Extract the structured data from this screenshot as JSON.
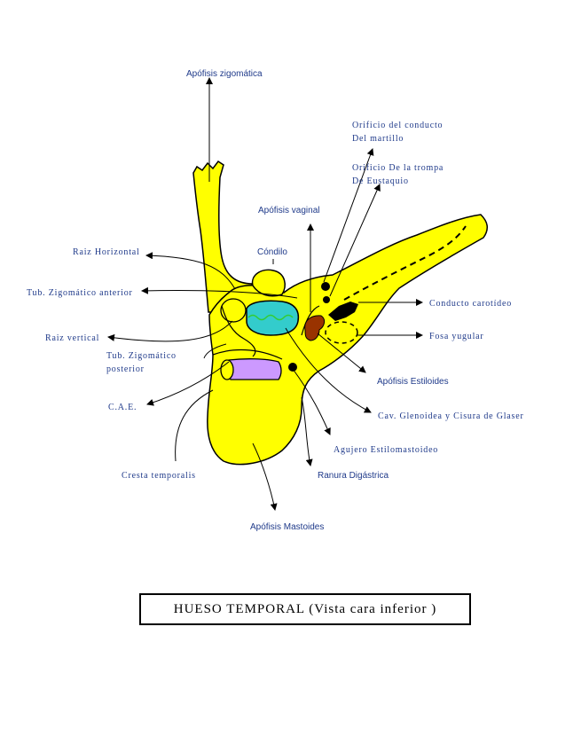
{
  "diagram": {
    "labels": {
      "apofisis_zigomatica": "Apófisis zigomática",
      "orificio_martillo_1": "Orificio del conducto",
      "orificio_martillo_2": "Del martillo",
      "orificio_trompa_1": "Orificio De la trompa",
      "orificio_trompa_2": "De Eustaquio",
      "apofisis_vaginal": "Apófisis vaginal",
      "raiz_horizontal": "Raiz Horizontal",
      "condilo": "Cóndilo",
      "tub_zigomatico_anterior": "Tub. Zigomático anterior",
      "conducto_carotideo": "Conducto carotídeo",
      "raiz_vertical": "Raiz vertical",
      "fosa_yugular": "Fosa yugular",
      "tub_zigomatico_posterior_1": "Tub. Zigomático",
      "tub_zigomatico_posterior_2": "posterior",
      "apofisis_estiloides": "Apófisis Estiloides",
      "cae": "C.A.E.",
      "cav_glenoidea": "Cav. Glenoidea y Cisura de Glaser",
      "agujero_estilomastoideo": "Agujero Estilomastoideo",
      "cresta_temporalis": "Cresta temporalis",
      "ranura_digastrica": "Ranura Digástrica",
      "apofisis_mastoides": "Apófisis Mastoides"
    },
    "colors": {
      "bone": "#ffff00",
      "condyle": "#33cccc",
      "cae": "#cc99ff",
      "styloid": "#993300",
      "wavy": "#33cc33",
      "label": "#1f3a8a"
    }
  },
  "caption": "HUESO TEMPORAL (Vista cara inferior )"
}
